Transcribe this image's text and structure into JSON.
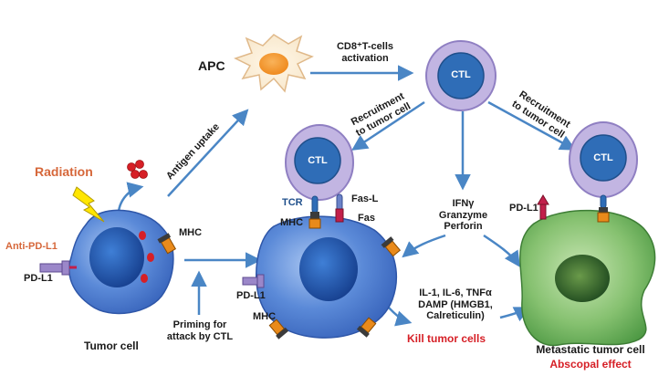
{
  "labels": {
    "apc": "APC",
    "cd8_line1": "CD8⁺T-cells",
    "cd8_line2": "activation",
    "ctl_top": "CTL",
    "ctl_mid": "CTL",
    "ctl_right": "CTL",
    "recruit_left_l1": "Recruitment",
    "recruit_left_l2": "to tumor cell",
    "recruit_right_l1": "Recruitment",
    "recruit_right_l2": "to tumor cell",
    "antigen_uptake": "Antigen uptake",
    "radiation": "Radiation",
    "anti_pdl1": "Anti-PD-L1",
    "pdl1_left": "PD-L1",
    "mhc_left": "MHC",
    "tumor_cell": "Tumor cell",
    "priming_l1": "Priming for",
    "priming_l2": "attack by CTL",
    "tcr": "TCR",
    "mhc_center_top": "MHC",
    "fasl": "Fas-L",
    "fas": "Fas",
    "pdl1_center": "PD-L1",
    "mhc_center_bottom": "MHC",
    "ifn": "IFNγ",
    "granzyme": "Granzyme",
    "perforin": "Perforin",
    "cytokines_l1": "IL-1, IL-6, TNFα",
    "cytokines_l2": "DAMP (HMGB1,",
    "cytokines_l3": "Calreticulin)",
    "kill": "Kill tumor cells",
    "pdl1_right": "PD-L1",
    "metastatic": "Metastatic tumor cell",
    "abscopal": "Abscopal effect"
  },
  "colors": {
    "arrow": "#4a86c5",
    "ctl_outer": "#b8a9d9",
    "ctl_inner": "#2f6db7",
    "tumor_blue": "#4f7fd0",
    "metastatic_green": "#7db96b",
    "accent_red": "#d61f26",
    "accent_orange": "#d6673a",
    "mhc_orange": "#e98a1b"
  }
}
